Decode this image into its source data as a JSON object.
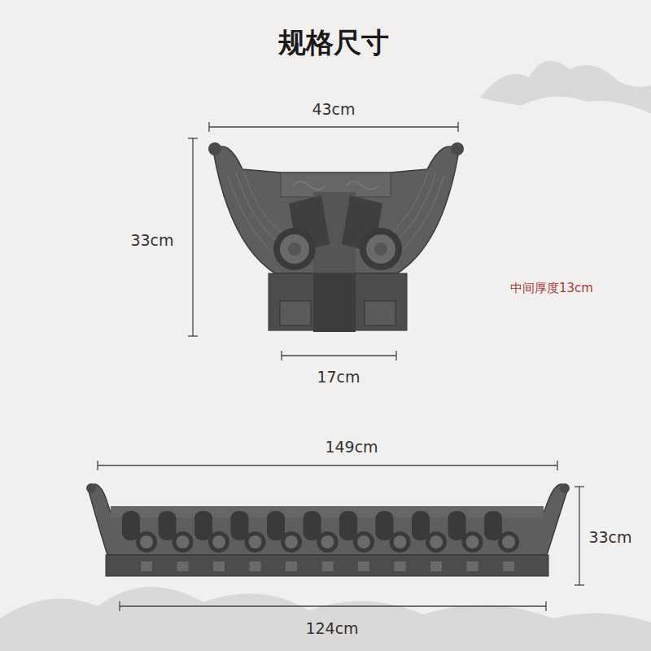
{
  "diagram": {
    "title": "规格尺寸",
    "labels": [
      "43cm",
      "33cm",
      "17cm",
      "中间厚度13cm",
      "149cm",
      "33cm",
      "124cm"
    ]
  }
}
